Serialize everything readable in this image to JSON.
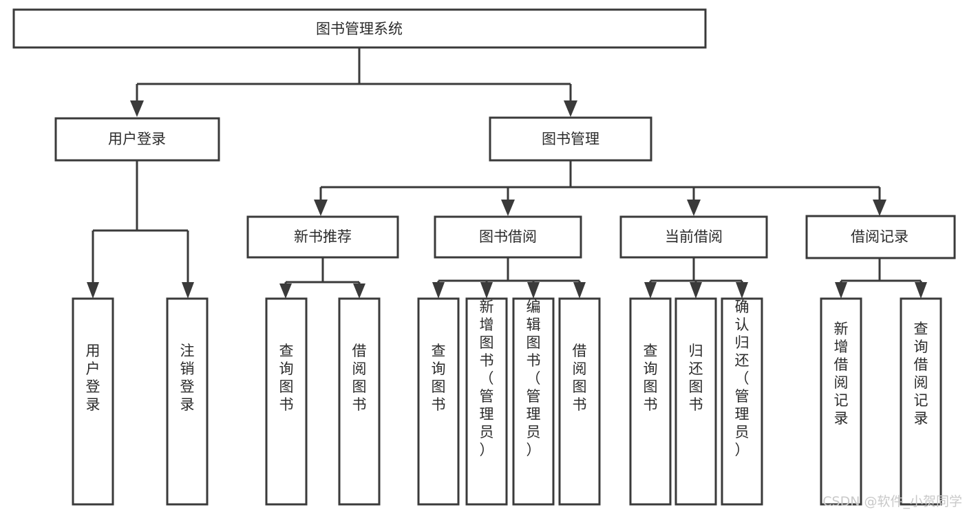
{
  "diagram": {
    "type": "tree-hierarchy-chart",
    "title": "图书管理系统",
    "colors": {
      "stroke": "#3a3a3a",
      "fill": "#ffffff",
      "text": "#2b2b2b",
      "background": "#ffffff",
      "watermark": "#c9c9c9"
    },
    "levels": {
      "root": {
        "label": "图书管理系统"
      },
      "level2": [
        {
          "label": "用户登录"
        },
        {
          "label": "图书管理"
        }
      ],
      "level3": [
        {
          "label": "新书推荐"
        },
        {
          "label": "图书借阅"
        },
        {
          "label": "当前借阅"
        },
        {
          "label": "借阅记录"
        }
      ]
    },
    "groups": [
      {
        "parent": "用户登录",
        "leaves": [
          "用户登录",
          "注销登录"
        ]
      },
      {
        "parent": "新书推荐",
        "leaves": [
          "查询图书",
          "借阅图书"
        ]
      },
      {
        "parent": "图书借阅",
        "leaves": [
          "查询图书",
          "新增图书（管理员）",
          "编辑图书（管理员）",
          "借阅图书"
        ]
      },
      {
        "parent": "当前借阅",
        "leaves": [
          "查询图书",
          "归还图书",
          "确认归还（管理员）"
        ]
      },
      {
        "parent": "借阅记录",
        "leaves": [
          "新增借阅记录",
          "查询借阅记录"
        ]
      }
    ],
    "nodes": {
      "root": "图书管理系统",
      "user_login": "用户登录",
      "book_manage": "图书管理",
      "new_book_rec": "新书推荐",
      "book_borrow": "图书借阅",
      "current_borrow": "当前借阅",
      "borrow_record": "借阅记录",
      "leaf_user_login": "用户登录",
      "leaf_logout": "注销登录",
      "leaf_query_book_a": "查询图书",
      "leaf_borrow_book_a": "借阅图书",
      "leaf_query_book_b": "查询图书",
      "leaf_add_book": "新增图书（管理员）",
      "leaf_edit_book": "编辑图书（管理员）",
      "leaf_borrow_book_b": "借阅图书",
      "leaf_query_book_c": "查询图书",
      "leaf_return_book": "归还图书",
      "leaf_confirm_return": "确认归还（管理员）",
      "leaf_add_record": "新增借阅记录",
      "leaf_query_record": "查询借阅记录"
    }
  },
  "watermark": {
    "text": "CSDN @软件_小贺同学"
  }
}
